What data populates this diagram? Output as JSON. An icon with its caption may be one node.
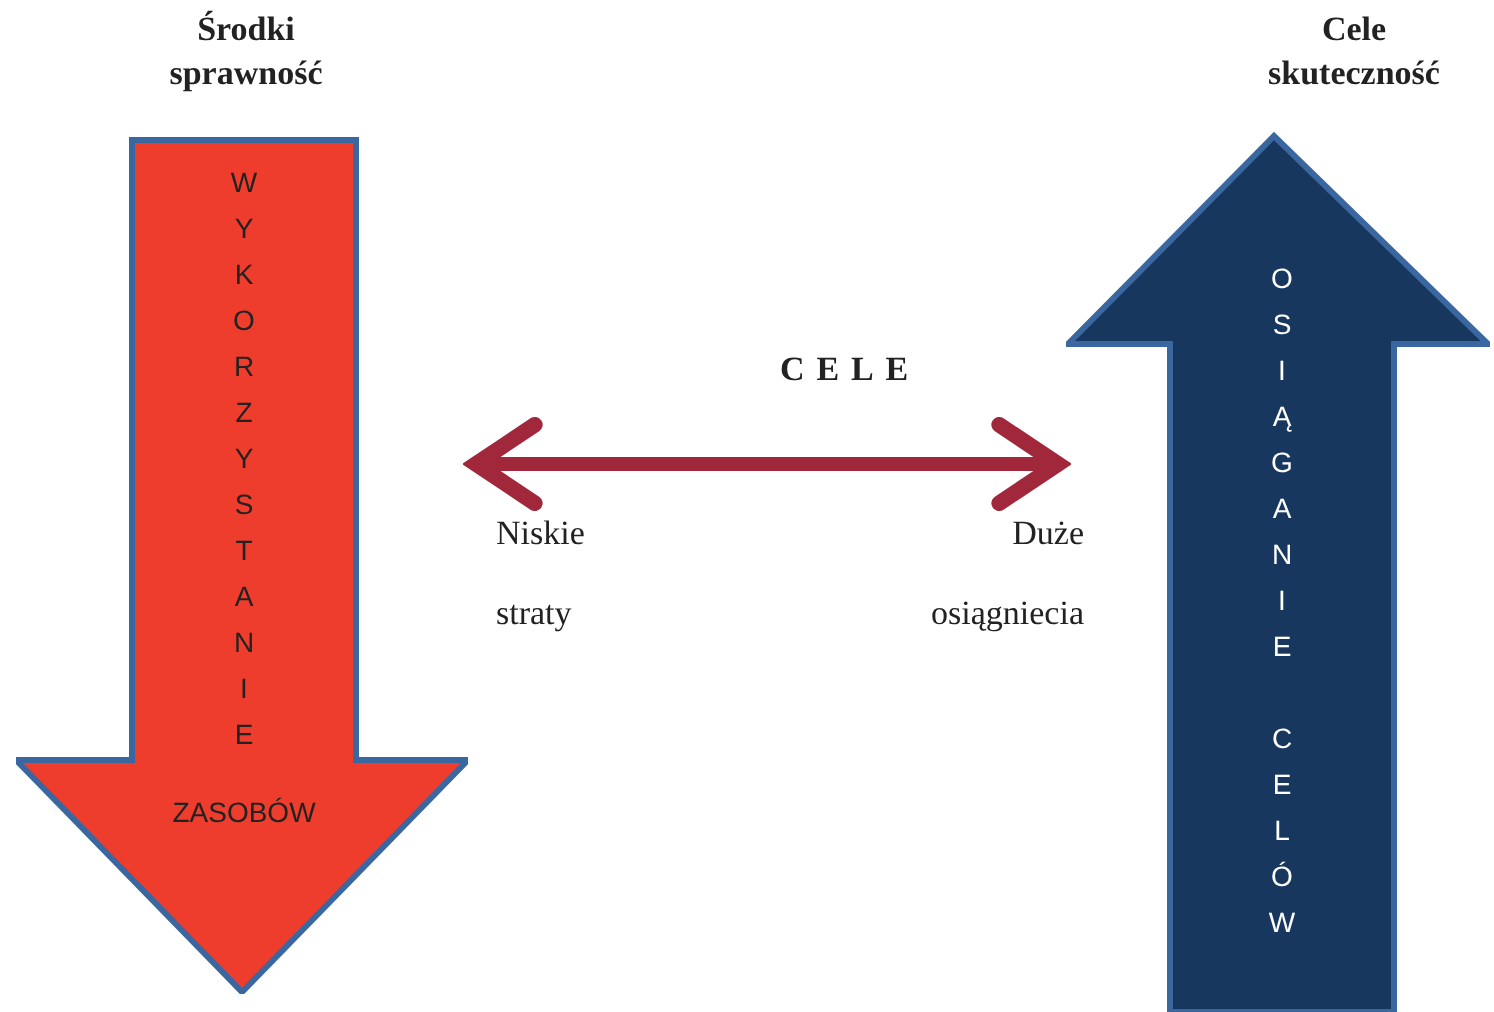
{
  "diagram": {
    "nodes": [
      {
        "text": [
          "Środki sprawność",
          "WYKORZYSTANIE",
          "ZASOBÓW"
        ]
      },
      {
        "text": [
          "Cele skuteczność",
          "OSIĄGANIE CELÓW"
        ]
      }
    ],
    "edges": [
      {
        "from": 0,
        "to": 1,
        "arrow": "both"
      }
    ],
    "labels": [
      "CELE",
      "Niskie straty",
      "Duże osiągniecia"
    ]
  }
}
